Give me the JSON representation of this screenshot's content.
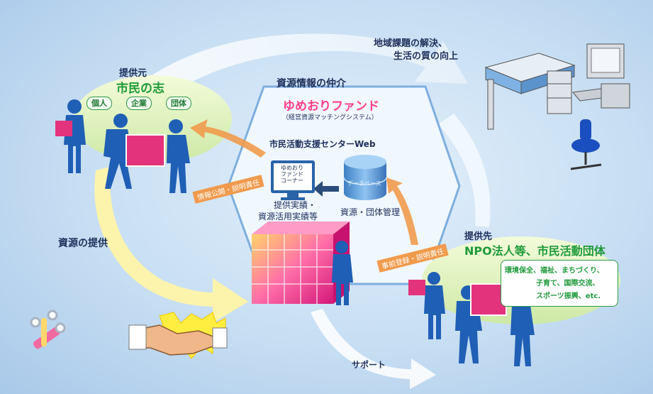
{
  "top_right_text": {
    "line1": "地域課題の解決、",
    "line2": "生活の質の向上"
  },
  "center": {
    "mediation_label": "資源情報の仲介",
    "fund_name": "ゆめおりファンド",
    "fund_subtitle": "（経営資源マッチングシステム）",
    "web_label": "市民活動支援センターWeb",
    "corner_line1": "ゆめおり",
    "corner_line2": "ファンド",
    "corner_line3": "コーナー",
    "db_label": "データベース",
    "results_line1": "提供実績・",
    "results_line2": "資源活用実績等",
    "management_label": "資源・団体管理"
  },
  "provider": {
    "title": "提供元",
    "heading": "市民の志",
    "pills": [
      "個人",
      "企業",
      "団体"
    ],
    "disclosure_tag": "情報公開・説明責任"
  },
  "resource_provision_label": "資源の提供",
  "recipient": {
    "title": "提供先",
    "heading": "NPO法人等、市民活動団体",
    "fields_line1": "環境保全、福祉、まちづくり、",
    "fields_line2": "子育て、国際交流、",
    "fields_line3": "スポーツ振興、etc.",
    "registration_tag": "事前登録・説明責任"
  },
  "support_label": "サポート",
  "icons": {
    "desk": "office-desk-computer-icon",
    "chair": "office-chair-icon",
    "handshake": "handshake-icon",
    "tools": "tools-icon",
    "database": "database-icon",
    "monitor": "monitor-icon",
    "cubes": "resource-cubes-icon"
  },
  "colors": {
    "green": "#1f9a3a",
    "navy": "#1e2f5a",
    "orange": "#f19a4c",
    "magenta": "#e3337d"
  }
}
